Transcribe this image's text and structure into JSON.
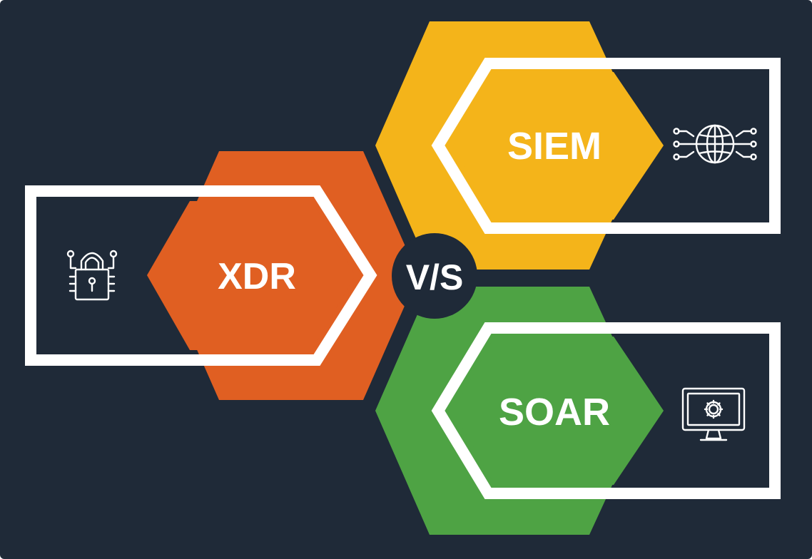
{
  "colors": {
    "background": "#1f2a38",
    "xdr": "#e05f22",
    "siem": "#f4b41a",
    "soar": "#4ea344",
    "outline": "#ffffff",
    "vs_circle": "#1f2a38"
  },
  "nodes": {
    "xdr": {
      "label": "XDR",
      "icon": "padlock-circuit-icon"
    },
    "siem": {
      "label": "SIEM",
      "icon": "globe-network-icon"
    },
    "soar": {
      "label": "SOAR",
      "icon": "monitor-gear-icon"
    }
  },
  "versus": {
    "label": "V/S"
  }
}
